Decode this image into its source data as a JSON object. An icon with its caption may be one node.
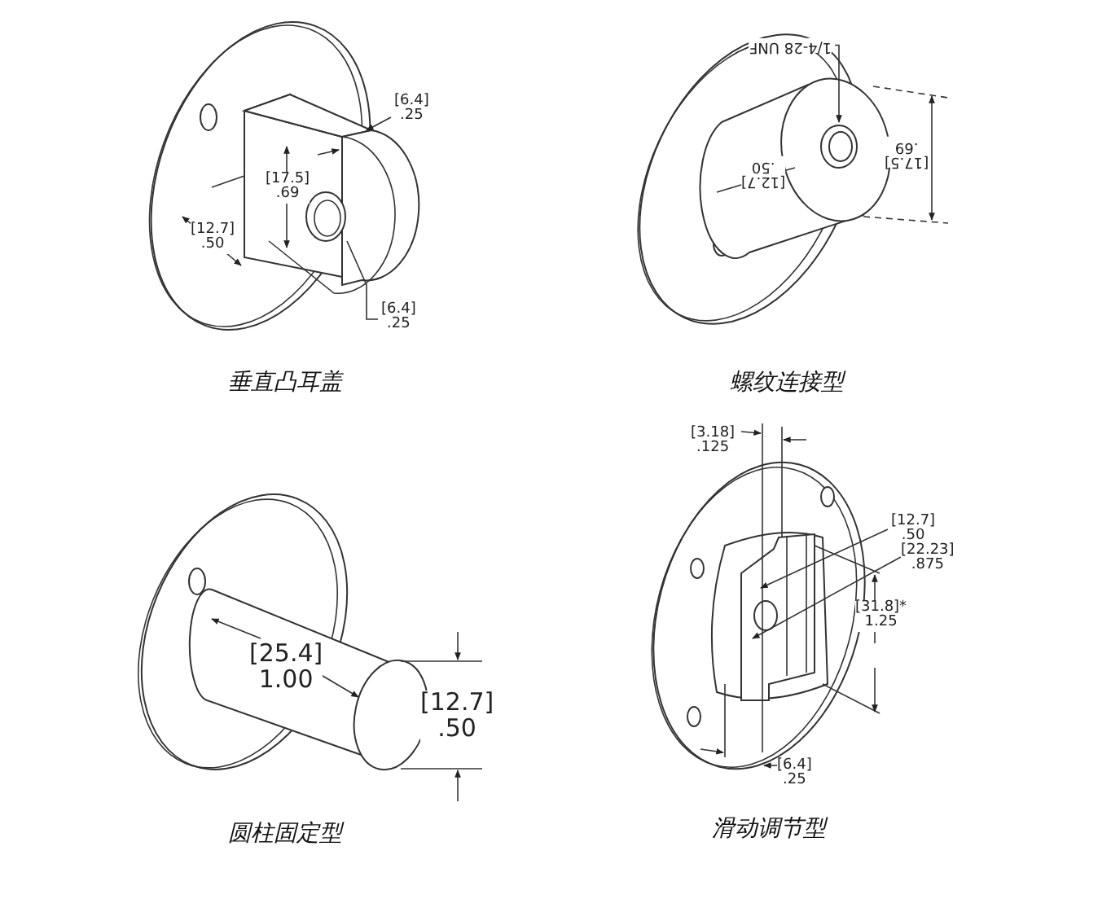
{
  "diagram": {
    "nodes": [
      {
        "text": [
          "1/4-28 UNF"
        ]
      },
      {
        "text": [],
        "shape": "circle"
      }
    ],
    "edges": [
      {
        "from": 0,
        "to": 1,
        "arrow": "to"
      }
    ],
    "labels": [
      "[6.4] .25",
      "[17.5] .69",
      "[12.7] .50",
      "[6.4] .25",
      "垂直凸耳盖",
      "[12.7] .50",
      "[17.5] .69",
      "螺纹连接型",
      "[25.4] 1.00",
      "[12.7] .50",
      "圆柱固定型",
      "[3.18] .125",
      "[12.7] .50",
      "[22.23] .875",
      "[31.8]* 1.25",
      "[6.4] .25",
      "滑动调节型"
    ]
  }
}
